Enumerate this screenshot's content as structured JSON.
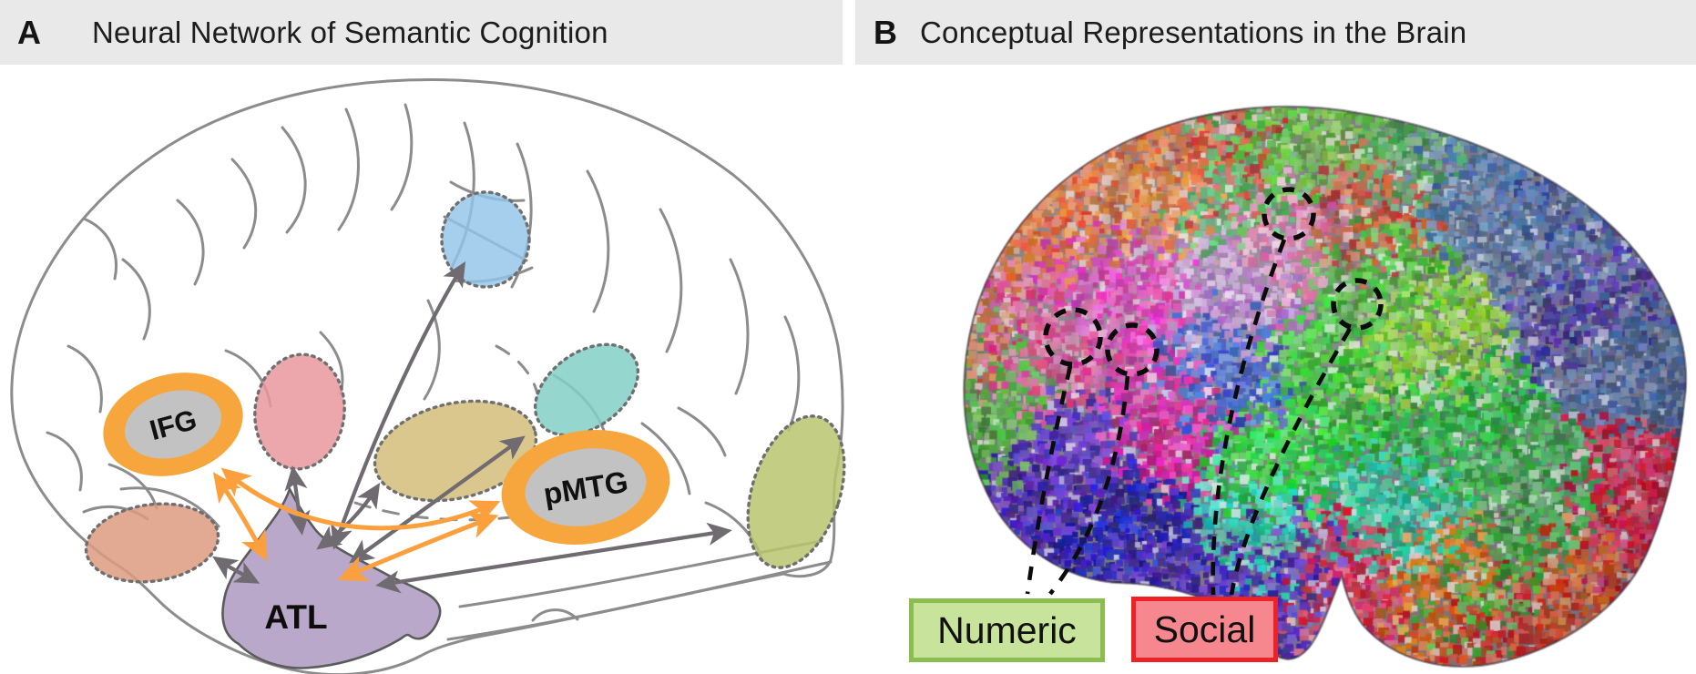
{
  "figure": {
    "header_bg": "#E9E9E9",
    "panel_a": {
      "label": "A",
      "title": "Neural Network of Semantic Cognition",
      "outline_color": "#8C8C8C",
      "regions": {
        "ifg": {
          "label": "IFG",
          "ring": "#F7A63D",
          "inner": "#C2C2C2"
        },
        "pmtg": {
          "label": "pMTG",
          "ring": "#F7A63D",
          "inner": "#C2C2C2"
        },
        "atl": {
          "label": "ATL",
          "fill": "#B5A3C6"
        },
        "blue": {
          "fill": "#92C3E9"
        },
        "pink": {
          "fill": "#E8989D"
        },
        "salmon": {
          "fill": "#DD9B80"
        },
        "tan": {
          "fill": "#D4BD7A"
        },
        "teal": {
          "fill": "#82CFC5"
        },
        "olive": {
          "fill": "#B9C46D"
        }
      },
      "arrows": {
        "hub_spoke_color": "#6F6B70",
        "control_color": "#FBA03C"
      }
    },
    "panel_b": {
      "label": "B",
      "title": "Conceptual Representations in the Brain",
      "roi_color": "#0B0B0B",
      "legend": [
        {
          "label": "Numeric",
          "fill": "#C8E39C",
          "border": "#8CBE4F"
        },
        {
          "label": "Social",
          "fill": "#F7878E",
          "border": "#EC2227"
        }
      ]
    }
  }
}
